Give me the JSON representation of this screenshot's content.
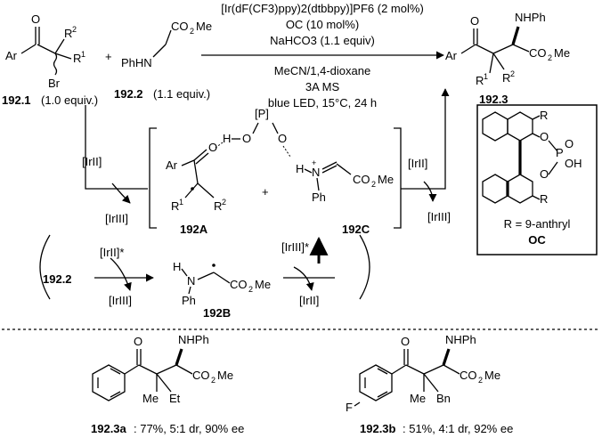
{
  "conditions": {
    "catalyst": "[Ir(dF(CF3)ppy)2(dtbbpy)]PF6 (2 mol%)",
    "oc_loading": "OC (10 mol%)",
    "base": "NaHCO3 (1.1 equiv)",
    "solvent": "MeCN/1,4-dioxane",
    "sieves": "3A MS",
    "light": "blue LED, 15°C, 24 h"
  },
  "reactants": {
    "r1": {
      "label": "192.1",
      "equiv": "(1.0 equiv.)"
    },
    "r2": {
      "label": "192.2",
      "equiv": "(1.1 equiv.)"
    }
  },
  "product": {
    "label": "192.3"
  },
  "catalyst_box": {
    "r_def": "R = 9-anthryl",
    "name": "OC"
  },
  "intermediates": {
    "a": "192A",
    "b": "192B",
    "c": "192C"
  },
  "ir_labels": {
    "ir2": "[IrII]",
    "ir3": "[IrIII]",
    "ir3_star": "[IrIII]*",
    "ir2_star": "[IrII]*"
  },
  "examples": [
    {
      "label": "192.3a",
      "result": ": 77%, 5:1 dr, 90% ee"
    },
    {
      "label": "192.3b",
      "result": ": 51%, 4:1 dr, 92% ee"
    }
  ]
}
